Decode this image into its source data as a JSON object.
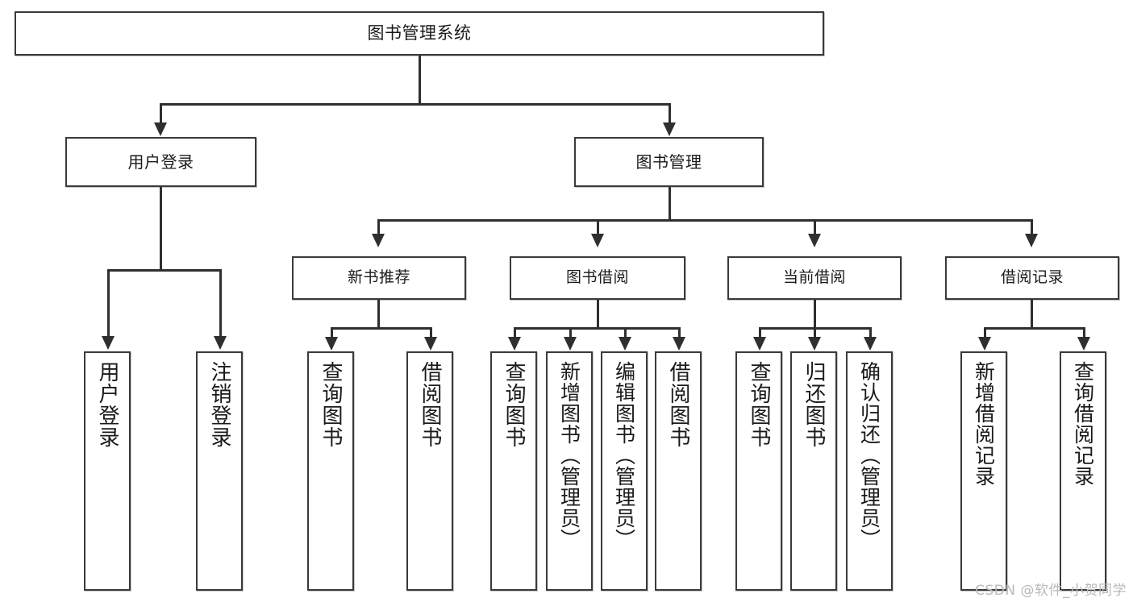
{
  "diagram": {
    "type": "tree",
    "title": "图书管理系统",
    "orientation": "top-down",
    "colors": {
      "box_border": "#3a3a3a",
      "box_fill": "#ffffff",
      "connector": "#2f2f2f",
      "text": "#1a1a1a",
      "watermark": "#b9b9b9",
      "background": "#ffffff"
    },
    "root": {
      "label": "图书管理系统"
    },
    "level1": [
      {
        "id": "user-login",
        "label": "用户登录"
      },
      {
        "id": "book-manage",
        "label": "图书管理"
      }
    ],
    "level2": [
      {
        "id": "new-book-recommend",
        "label": "新书推荐"
      },
      {
        "id": "book-borrow",
        "label": "图书借阅"
      },
      {
        "id": "current-borrow",
        "label": "当前借阅"
      },
      {
        "id": "borrow-record",
        "label": "借阅记录"
      }
    ],
    "leaves": {
      "user_login": [
        {
          "id": "leaf-user-login",
          "label": "用户登录"
        },
        {
          "id": "leaf-logout-login",
          "label": "注销登录"
        }
      ],
      "new_book_recommend": [
        {
          "id": "leaf-query-book-1",
          "label": "查询图书"
        },
        {
          "id": "leaf-borrow-book-1",
          "label": "借阅图书"
        }
      ],
      "book_borrow": [
        {
          "id": "leaf-query-book-2",
          "label": "查询图书"
        },
        {
          "id": "leaf-add-book",
          "label": "新增图书（管理员）"
        },
        {
          "id": "leaf-edit-book",
          "label": "编辑图书（管理员）"
        },
        {
          "id": "leaf-borrow-book-2",
          "label": "借阅图书"
        }
      ],
      "current_borrow": [
        {
          "id": "leaf-query-book-3",
          "label": "查询图书"
        },
        {
          "id": "leaf-return-book",
          "label": "归还图书"
        },
        {
          "id": "leaf-confirm-return",
          "label": "确认归还（管理员）"
        }
      ],
      "borrow_record": [
        {
          "id": "leaf-add-record",
          "label": "新增借阅记录"
        },
        {
          "id": "leaf-query-record",
          "label": "查询借阅记录"
        }
      ]
    }
  },
  "watermark": {
    "text": "CSDN @软件_小贺同学"
  }
}
